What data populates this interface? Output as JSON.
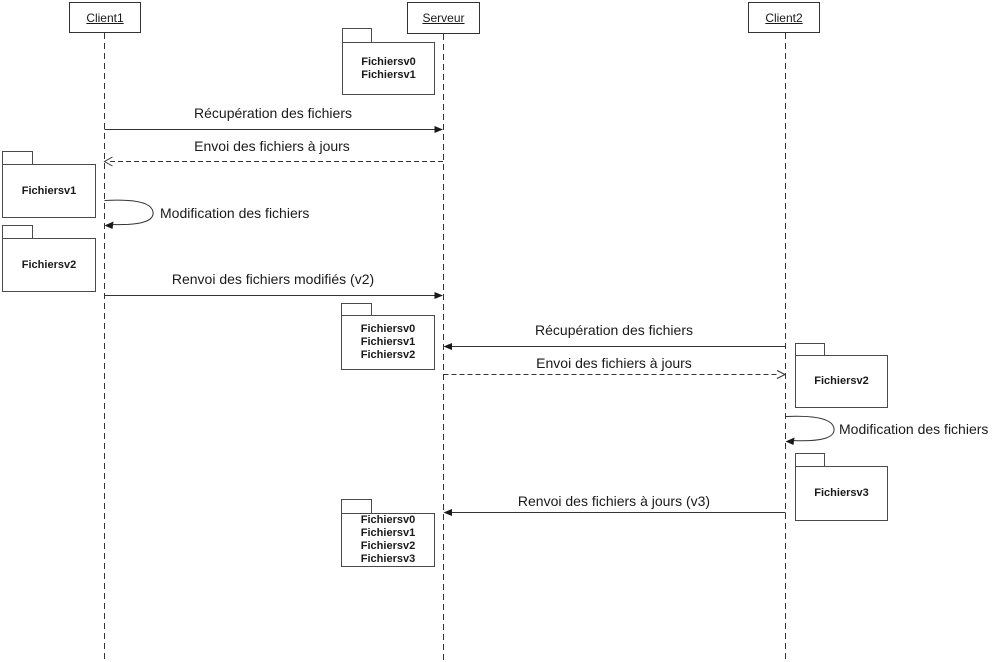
{
  "diagram": {
    "type": "uml-sequence-diagram",
    "actors": [
      {
        "name": "Client1"
      },
      {
        "name": "Serveur"
      },
      {
        "name": "Client2"
      }
    ],
    "messages": [
      {
        "label": "Récupération des fichiers",
        "from": "Client1",
        "to": "Serveur",
        "line": "solid"
      },
      {
        "label": "Envoi des fichiers à jours",
        "from": "Serveur",
        "to": "Client1",
        "line": "dashed"
      },
      {
        "label": "Modification des fichiers",
        "from": "Client1",
        "to": "Client1",
        "line": "self"
      },
      {
        "label": "Renvoi des fichiers modifiés (v2)",
        "from": "Client1",
        "to": "Serveur",
        "line": "solid"
      },
      {
        "label": "Récupération des fichiers",
        "from": "Client2",
        "to": "Serveur",
        "line": "solid"
      },
      {
        "label": "Envoi des fichiers à jours",
        "from": "Serveur",
        "to": "Client2",
        "line": "dashed"
      },
      {
        "label": "Modification des fichiers",
        "from": "Client2",
        "to": "Client2",
        "line": "self"
      },
      {
        "label": "Renvoi des fichiers à jours (v3)",
        "from": "Client2",
        "to": "Serveur",
        "line": "solid"
      }
    ],
    "folders": [
      {
        "id": "serveur-initial",
        "lines": [
          "Fichiersv0",
          "Fichiersv1"
        ]
      },
      {
        "id": "client1-after-sync",
        "lines": [
          "Fichiersv1"
        ]
      },
      {
        "id": "client1-after-edit",
        "lines": [
          "Fichiersv2"
        ]
      },
      {
        "id": "serveur-after-v2",
        "lines": [
          "Fichiersv0",
          "Fichiersv1",
          "Fichiersv2"
        ]
      },
      {
        "id": "client2-after-sync",
        "lines": [
          "Fichiersv2"
        ]
      },
      {
        "id": "client2-after-edit",
        "lines": [
          "Fichiersv3"
        ]
      },
      {
        "id": "serveur-after-v3",
        "lines": [
          "Fichiersv0",
          "Fichiersv1",
          "Fichiersv2",
          "Fichiersv3"
        ]
      }
    ],
    "colors": {
      "stroke": "#333333",
      "text": "#1a1a1a",
      "background": "#ffffff"
    }
  }
}
